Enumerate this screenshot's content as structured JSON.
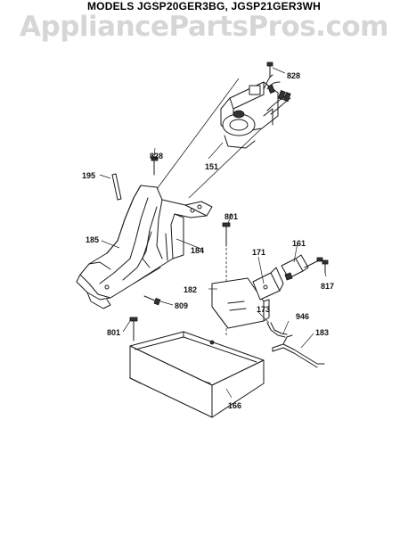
{
  "header": {
    "title": "MODELS JGSP20GER3BG, JGSP21GER3WH",
    "watermark": "AppliancePartsPros.com"
  },
  "parts": [
    {
      "id": "p828a",
      "label": "828"
    },
    {
      "id": "p151",
      "label": "151"
    },
    {
      "id": "p828b",
      "label": "828"
    },
    {
      "id": "p195",
      "label": "195"
    },
    {
      "id": "p801a",
      "label": "801"
    },
    {
      "id": "p185",
      "label": "185"
    },
    {
      "id": "p184",
      "label": "184"
    },
    {
      "id": "p171",
      "label": "171"
    },
    {
      "id": "p161",
      "label": "161"
    },
    {
      "id": "p817",
      "label": "817"
    },
    {
      "id": "p182",
      "label": "182"
    },
    {
      "id": "p809",
      "label": "809"
    },
    {
      "id": "p173",
      "label": "173"
    },
    {
      "id": "p946",
      "label": "946"
    },
    {
      "id": "p801b",
      "label": "801"
    },
    {
      "id": "p183",
      "label": "183"
    },
    {
      "id": "p166",
      "label": "166"
    }
  ]
}
